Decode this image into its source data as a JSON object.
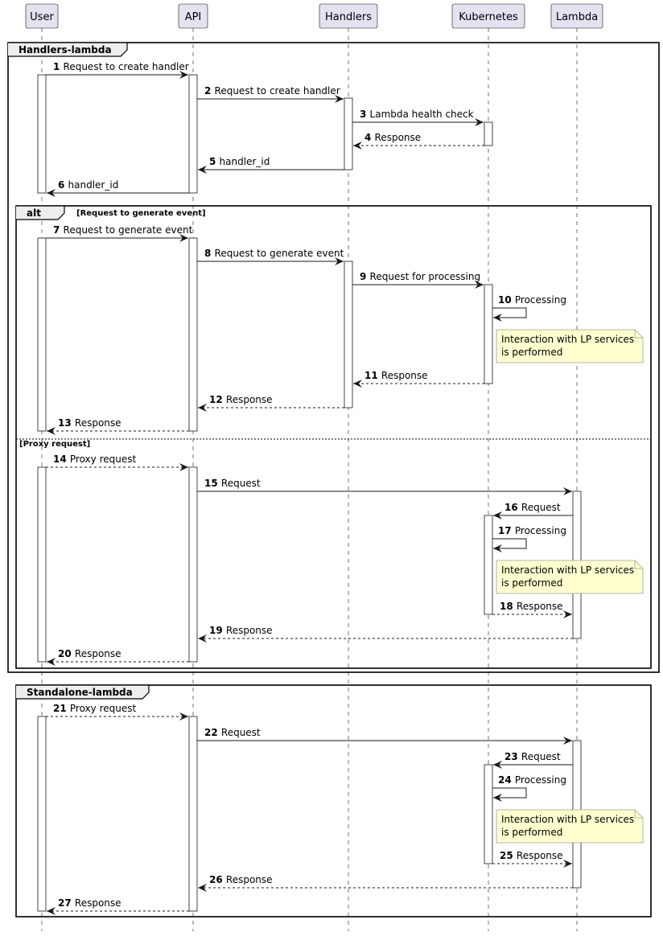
{
  "participants": [
    {
      "id": "user",
      "label": "User"
    },
    {
      "id": "api",
      "label": "API"
    },
    {
      "id": "handlers",
      "label": "Handlers"
    },
    {
      "id": "kubernetes",
      "label": "Kubernetes"
    },
    {
      "id": "lambda",
      "label": "Lambda"
    }
  ],
  "frames": [
    {
      "id": "handlers-lambda",
      "title": "Handlers-lambda"
    },
    {
      "id": "alt",
      "title": "alt",
      "condition": "[Request to generate event]"
    },
    {
      "id": "alt-else",
      "condition": "[Proxy request]"
    },
    {
      "id": "standalone-lambda",
      "title": "Standalone-lambda"
    }
  ],
  "messages": [
    {
      "num": "1",
      "text": "Request to create handler",
      "from": "user",
      "to": "api",
      "style": "solid"
    },
    {
      "num": "2",
      "text": "Request to create handler",
      "from": "api",
      "to": "handlers",
      "style": "solid"
    },
    {
      "num": "3",
      "text": "Lambda health check",
      "from": "handlers",
      "to": "kubernetes",
      "style": "solid"
    },
    {
      "num": "4",
      "text": "Response",
      "from": "kubernetes",
      "to": "handlers",
      "style": "dashed"
    },
    {
      "num": "5",
      "text": "handler_id",
      "from": "handlers",
      "to": "api",
      "style": "solid"
    },
    {
      "num": "6",
      "text": "handler_id",
      "from": "api",
      "to": "user",
      "style": "solid"
    },
    {
      "num": "7",
      "text": "Request to generate event",
      "from": "user",
      "to": "api",
      "style": "solid"
    },
    {
      "num": "8",
      "text": "Request to generate event",
      "from": "api",
      "to": "handlers",
      "style": "solid"
    },
    {
      "num": "9",
      "text": "Request for processing",
      "from": "handlers",
      "to": "kubernetes",
      "style": "solid"
    },
    {
      "num": "10",
      "text": "Processing",
      "from": "kubernetes",
      "to": "kubernetes",
      "style": "solid"
    },
    {
      "num": "11",
      "text": "Response",
      "from": "kubernetes",
      "to": "handlers",
      "style": "dashed"
    },
    {
      "num": "12",
      "text": "Response",
      "from": "handlers",
      "to": "api",
      "style": "dashed"
    },
    {
      "num": "13",
      "text": "Response",
      "from": "api",
      "to": "user",
      "style": "dashed"
    },
    {
      "num": "14",
      "text": "Proxy request",
      "from": "user",
      "to": "api",
      "style": "dashed"
    },
    {
      "num": "15",
      "text": "Request",
      "from": "api",
      "to": "lambda",
      "style": "solid"
    },
    {
      "num": "16",
      "text": "Request",
      "from": "lambda",
      "to": "kubernetes",
      "style": "solid"
    },
    {
      "num": "17",
      "text": "Processing",
      "from": "kubernetes",
      "to": "kubernetes",
      "style": "solid"
    },
    {
      "num": "18",
      "text": "Response",
      "from": "kubernetes",
      "to": "lambda",
      "style": "dashed"
    },
    {
      "num": "19",
      "text": "Response",
      "from": "lambda",
      "to": "api",
      "style": "dashed"
    },
    {
      "num": "20",
      "text": "Response",
      "from": "api",
      "to": "user",
      "style": "dashed"
    },
    {
      "num": "21",
      "text": "Proxy request",
      "from": "user",
      "to": "api",
      "style": "dashed"
    },
    {
      "num": "22",
      "text": "Request",
      "from": "api",
      "to": "lambda",
      "style": "solid"
    },
    {
      "num": "23",
      "text": "Request",
      "from": "lambda",
      "to": "kubernetes",
      "style": "solid"
    },
    {
      "num": "24",
      "text": "Processing",
      "from": "kubernetes",
      "to": "kubernetes",
      "style": "solid"
    },
    {
      "num": "25",
      "text": "Response",
      "from": "kubernetes",
      "to": "lambda",
      "style": "dashed"
    },
    {
      "num": "26",
      "text": "Response",
      "from": "lambda",
      "to": "api",
      "style": "dashed"
    },
    {
      "num": "27",
      "text": "Response",
      "from": "api",
      "to": "user",
      "style": "dashed"
    }
  ],
  "notes": [
    {
      "lines": [
        "Interaction with LP services",
        "is performed"
      ]
    },
    {
      "lines": [
        "Interaction with LP services",
        "is performed"
      ]
    },
    {
      "lines": [
        "Interaction with LP services",
        "is performed"
      ]
    }
  ],
  "colors": {
    "participant_fill": "#e2e2f0",
    "participant_border": "#181818",
    "note_fill": "#fefece",
    "line": "#181818"
  }
}
